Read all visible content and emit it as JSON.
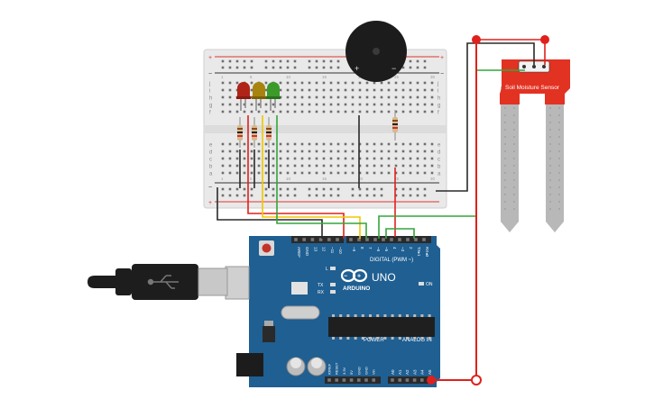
{
  "canvas": {
    "background": "#ffffff"
  },
  "breadboard": {
    "row_letters_top": [
      "j",
      "i",
      "h",
      "g",
      "f"
    ],
    "row_letters_bottom": [
      "e",
      "d",
      "c",
      "b",
      "a"
    ],
    "rail_plus": "+",
    "rail_minus": "−",
    "column_numbers": [
      "1",
      "5",
      "10",
      "15",
      "20",
      "25",
      "30"
    ]
  },
  "leds": [
    {
      "name": "red",
      "color": "#b02418"
    },
    {
      "name": "yellow",
      "color": "#a8840e"
    },
    {
      "name": "green",
      "color": "#3c9a2a"
    }
  ],
  "buzzer": {
    "plus": "+",
    "minus": "−"
  },
  "sensor": {
    "label": "Soil Moisture Sensor",
    "board_color": "#e23222",
    "probe_color": "#b8b8b8"
  },
  "arduino": {
    "brand": "ARDUINO",
    "model": "UNO",
    "digital_label": "DIGITAL (PWM ~)",
    "power_label": "POWER",
    "analog_label": "ANALOG IN",
    "power_pins": [
      "IOREF",
      "RESET",
      "3.3V",
      "5V",
      "GND",
      "GND",
      "Vin"
    ],
    "analog_pins": [
      "A0",
      "A1",
      "A2",
      "A3",
      "A4",
      "A5"
    ],
    "top_pins": [
      "AREF",
      "GND",
      "13",
      "12",
      "~11",
      "~10",
      "~9",
      "8",
      "7",
      "~6",
      "~5",
      "4",
      "~3",
      "2",
      "TX▸1",
      "RX◂0"
    ],
    "led_labels": [
      "L",
      "TX",
      "RX",
      "ON"
    ],
    "board_color": "#1f5f92"
  },
  "usb": {
    "color": "#1d1d1d"
  },
  "wires": {
    "black": "#2a2a2a",
    "red": "#e0201c",
    "yellow": "#f0c800",
    "green": "#34a53a"
  }
}
